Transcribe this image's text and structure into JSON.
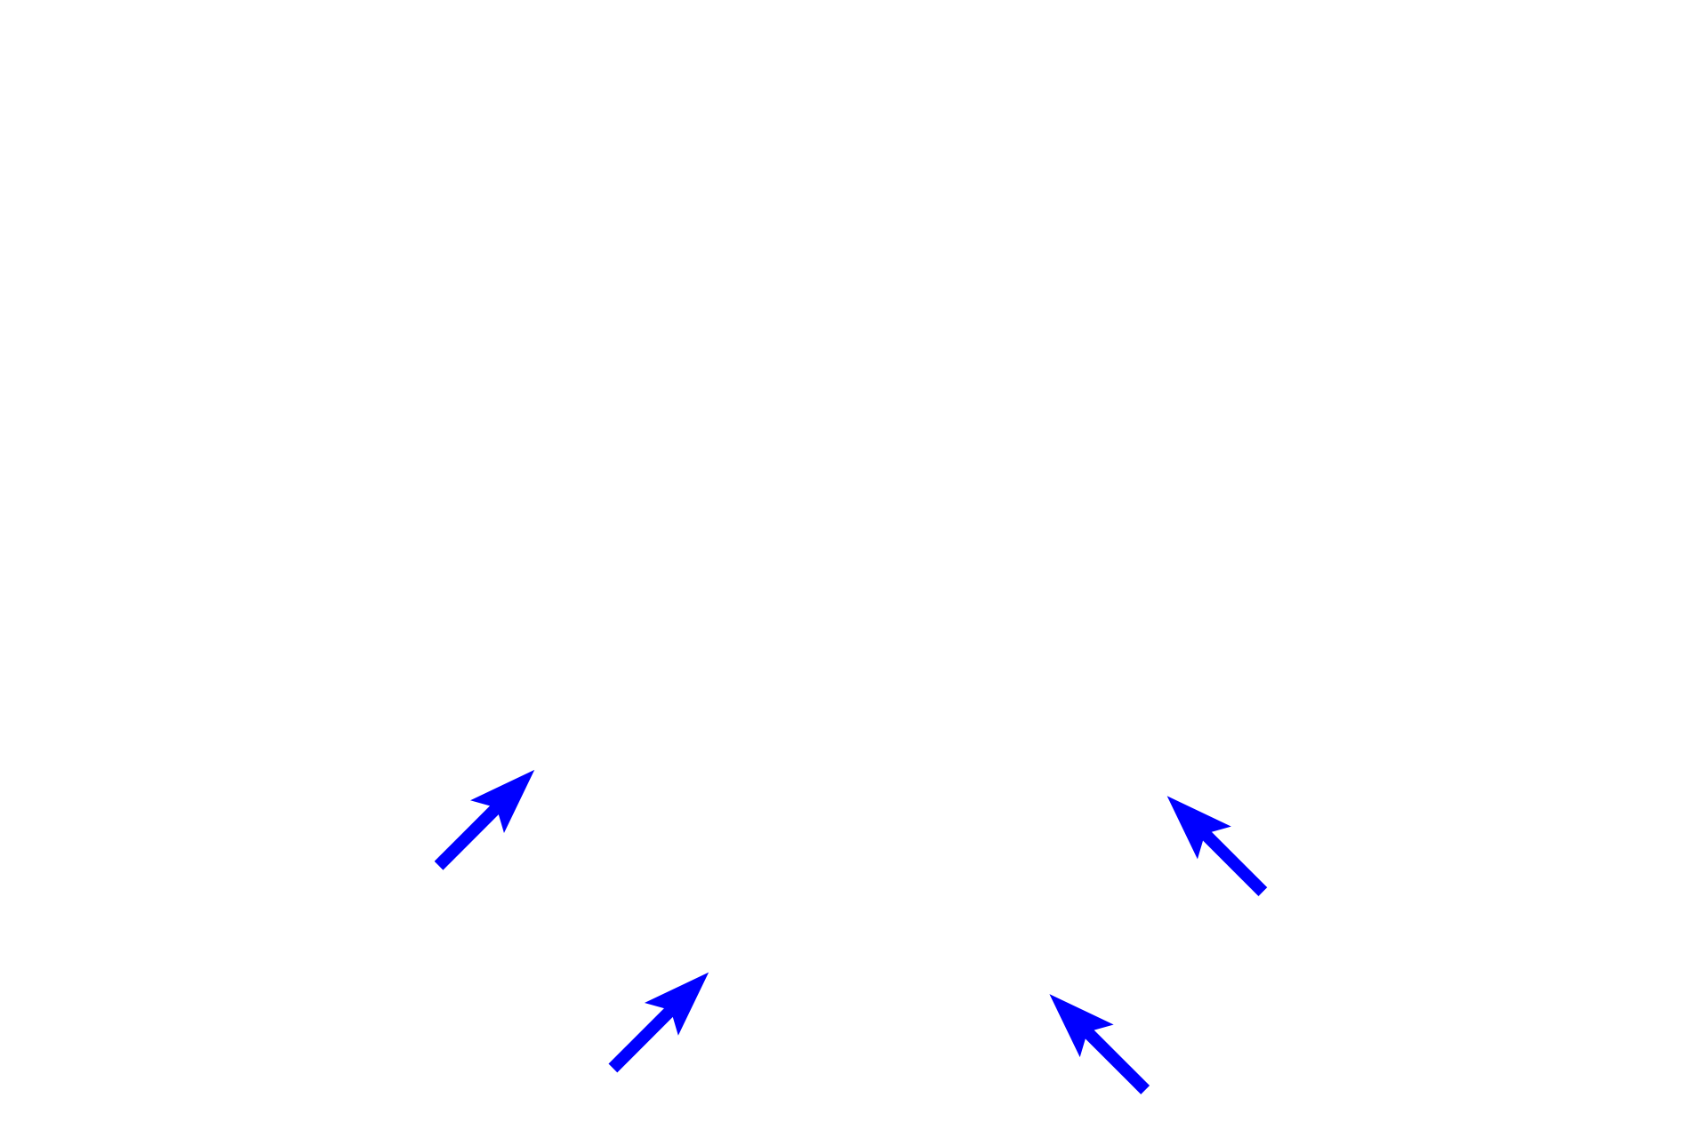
{
  "background_color": "#ffffff",
  "arrow_color": "#0000ff",
  "arrows": [
    {
      "id": "arrow-1",
      "direction": "up-right"
    },
    {
      "id": "arrow-2",
      "direction": "up-right"
    },
    {
      "id": "arrow-3",
      "direction": "up-left"
    },
    {
      "id": "arrow-4",
      "direction": "up-left"
    }
  ]
}
